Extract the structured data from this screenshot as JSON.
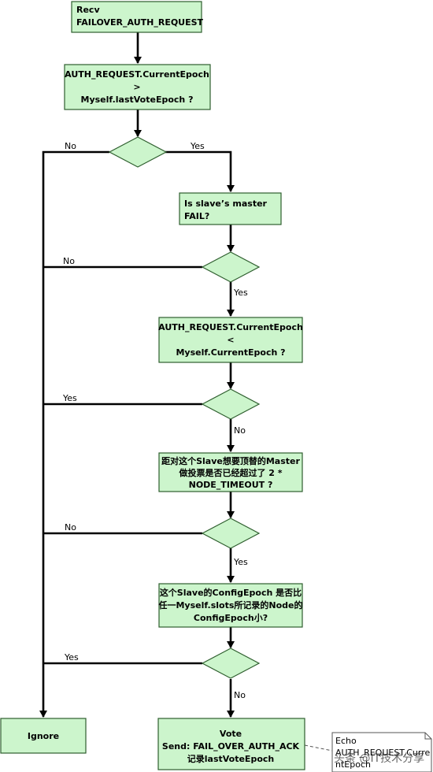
{
  "nodes": {
    "recv": [
      "Recv",
      "FAILOVER_AUTH_REQUEST"
    ],
    "epoch_vote": [
      "AUTH_REQUEST.CurrentEpoch",
      ">",
      "Myself.lastVoteEpoch ?"
    ],
    "master_fail": [
      "Is slave’s master",
      "FAIL?"
    ],
    "epoch_current": [
      "AUTH_REQUEST.CurrentEpoch",
      "<",
      "Myself.CurrentEpoch ?"
    ],
    "timeout": [
      "距对这个Slave想要顶替的Master",
      "做投票是否已经超过了 2 *",
      "NODE_TIMEOUT ?"
    ],
    "config_epoch": [
      "这个Slave的ConfigEpoch 是否比",
      "任一Myself.slots所记录的Node的",
      "ConfigEpoch小?"
    ],
    "ignore": [
      "Ignore"
    ],
    "vote": [
      "Vote",
      "Send: FAIL_OVER_AUTH_ACK",
      "记录lastVoteEpoch"
    ]
  },
  "edges": {
    "d1_no": "No",
    "d1_yes": "Yes",
    "d2_no": "No",
    "d2_yes": "Yes",
    "d3_yes": "Yes",
    "d3_no": "No",
    "d4_no": "No",
    "d4_yes": "Yes",
    "d5_yes": "Yes",
    "d5_no": "No"
  },
  "note": [
    "Echo",
    "AUTH_REQUEST.Curre",
    "ntEpoch"
  ],
  "watermark": "头条 @IT技术分享"
}
